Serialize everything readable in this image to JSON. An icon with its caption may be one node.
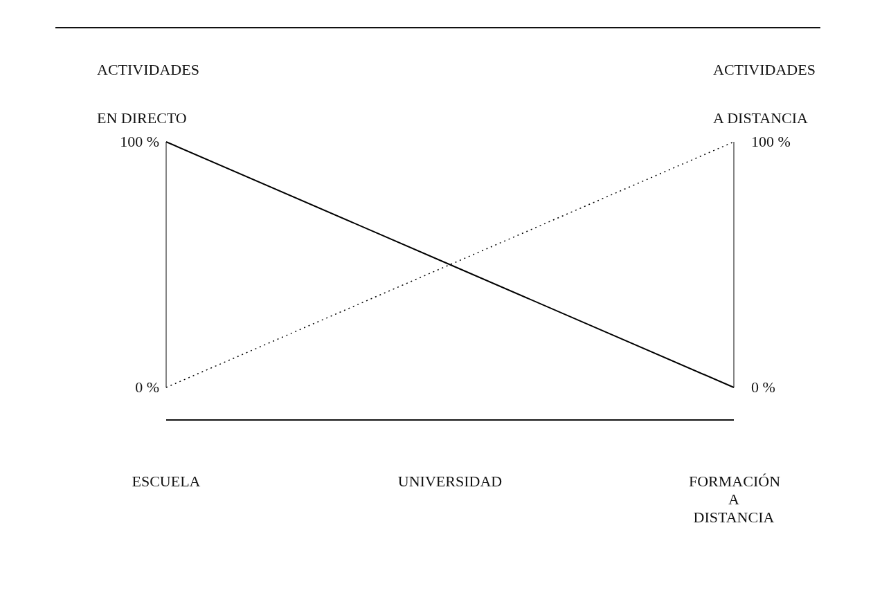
{
  "diagram": {
    "chart_data": {
      "type": "line",
      "categories": [
        "ESCUELA",
        "UNIVERSIDAD",
        "FORMACIÓN A DISTANCIA"
      ],
      "series": [
        {
          "name": "ACTIVIDADES EN DIRECTO",
          "color": "#000000",
          "line_style": "solid",
          "values": [
            100,
            50,
            0
          ]
        },
        {
          "name": "ACTIVIDADES A DISTANCIA",
          "color": "#000000",
          "line_style": "dotted",
          "values": [
            0,
            50,
            100
          ]
        }
      ],
      "ylim": [
        0,
        100
      ],
      "yticks": [
        {
          "value": 100,
          "label": "100 %"
        },
        {
          "value": 0,
          "label": "0 %"
        }
      ]
    },
    "labels": [
      "100 %",
      "0 %"
    ]
  }
}
